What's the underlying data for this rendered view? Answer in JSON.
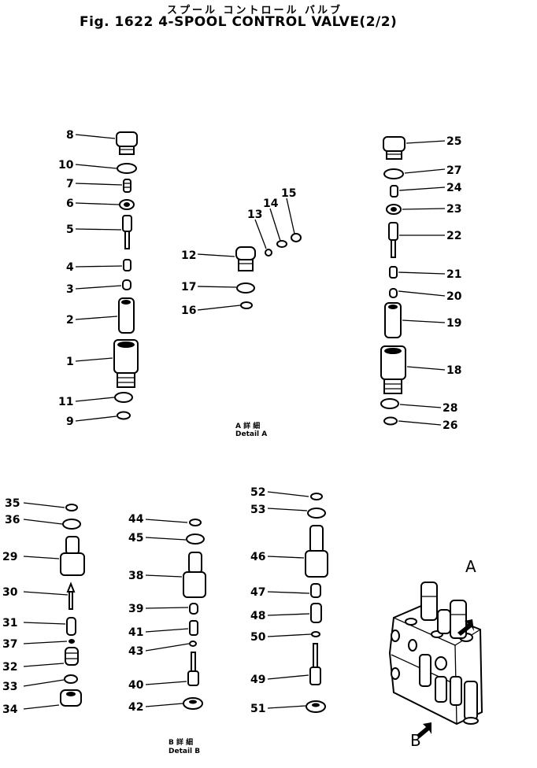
{
  "header": {
    "title_jp": "スプール コントロール バルブ",
    "title": "Fig. 1622 4-SPOOL CONTROL VALVE(2/2)"
  },
  "details": {
    "detail_a_jp": "A 詳 細",
    "detail_a": "Detail A",
    "detail_b_jp": "B 詳 細",
    "detail_b": "Detail B"
  },
  "view_arrows": {
    "a": "A",
    "b": "B"
  },
  "callouts": {
    "c1": "1",
    "c2": "2",
    "c3": "3",
    "c4": "4",
    "c5": "5",
    "c6": "6",
    "c7": "7",
    "c8": "8",
    "c9": "9",
    "c10": "10",
    "c11": "11",
    "c12": "12",
    "c13": "13",
    "c14": "14",
    "c15": "15",
    "c16": "16",
    "c17": "17",
    "c18": "18",
    "c19": "19",
    "c20": "20",
    "c21": "21",
    "c22": "22",
    "c23": "23",
    "c24": "24",
    "c25": "25",
    "c26": "26",
    "c27": "27",
    "c28": "28",
    "c29": "29",
    "c30": "30",
    "c31": "31",
    "c32": "32",
    "c33": "33",
    "c34": "34",
    "c35": "35",
    "c36": "36",
    "c37": "37",
    "c38": "38",
    "c39": "39",
    "c40": "40",
    "c41": "41",
    "c42": "42",
    "c43": "43",
    "c44": "44",
    "c45": "45",
    "c46": "46",
    "c47": "47",
    "c48": "48",
    "c49": "49",
    "c50": "50",
    "c51": "51",
    "c52": "52",
    "c53": "53"
  }
}
